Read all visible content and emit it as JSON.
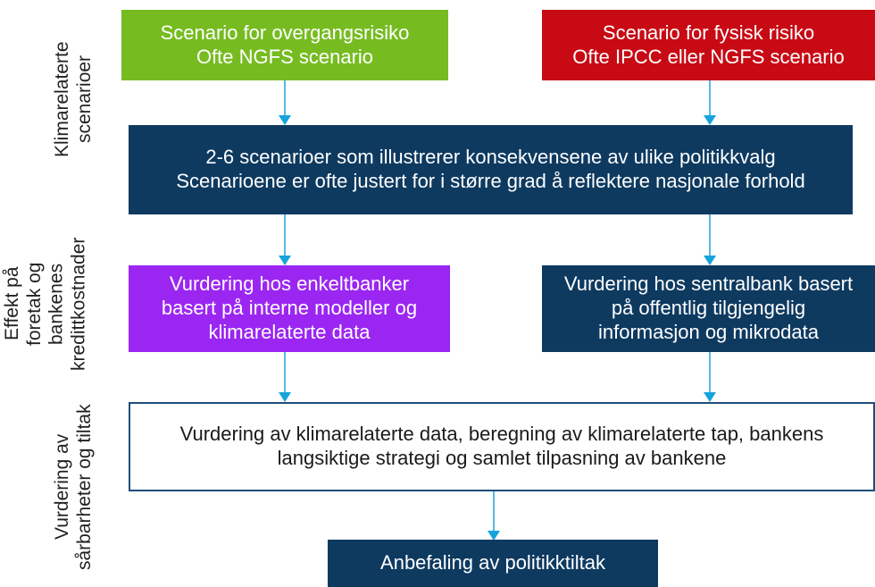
{
  "diagram": {
    "title": "Klimarisiko scenarioanalyse flytdiagram",
    "colors": {
      "green": "#76bc21",
      "red": "#c80a14",
      "navy": "#0e3a60",
      "purple": "#9b26f2",
      "white_box_border": "#1f4e79",
      "arrow": "#17a3dc",
      "text_dark": "#231f20"
    },
    "row_labels": [
      {
        "id": "row-label-scenarios",
        "text": "Klimarelaterte\nscenarioer"
      },
      {
        "id": "row-label-effects",
        "text": "Effekt på\nforetak og\nbankenes\nkredittkostnader"
      },
      {
        "id": "row-label-assessment",
        "text": "Vurdering av\nsårbarheter og tiltak"
      }
    ],
    "boxes": [
      {
        "id": "box-transition-scenario",
        "text": "Scenario for overgangsrisiko\nOfte NGFS scenario",
        "color": "green"
      },
      {
        "id": "box-physical-scenario",
        "text": "Scenario for fysisk risiko\nOfte IPCC eller NGFS scenario",
        "color": "red"
      },
      {
        "id": "box-scenario-count",
        "text": "2-6 scenarioer som illustrerer konsekvensene av ulike politikkvalg\nScenarioene er ofte justert for i større grad å reflektere nasjonale forhold",
        "color": "navy"
      },
      {
        "id": "box-individual-banks",
        "text": "Vurdering hos enkeltbanker\nbasert på interne modeller og\nklimarelaterte data",
        "color": "purple"
      },
      {
        "id": "box-central-bank",
        "text": "Vurdering hos sentralbank basert\npå offentlig tilgjengelig\ninformasjon og mikrodata",
        "color": "navy"
      },
      {
        "id": "box-data-assessment",
        "text": "Vurdering av klimarelaterte data, beregning av klimarelaterte tap, bankens\nlangsiktige strategi og samlet tilpasning av bankene",
        "color": "white"
      },
      {
        "id": "box-policy-recommendation",
        "text": "Anbefaling av politikktiltak",
        "color": "navy"
      }
    ],
    "arrows": [
      {
        "id": "arrow-transition-to-scenarios",
        "from": "box-transition-scenario",
        "to": "box-scenario-count"
      },
      {
        "id": "arrow-physical-to-scenarios",
        "from": "box-physical-scenario",
        "to": "box-scenario-count"
      },
      {
        "id": "arrow-scenarios-to-banks",
        "from": "box-scenario-count",
        "to": "box-individual-banks"
      },
      {
        "id": "arrow-scenarios-to-centralbank",
        "from": "box-scenario-count",
        "to": "box-central-bank"
      },
      {
        "id": "arrow-banks-to-assessment",
        "from": "box-individual-banks",
        "to": "box-data-assessment"
      },
      {
        "id": "arrow-centralbank-to-assessment",
        "from": "box-central-bank",
        "to": "box-data-assessment"
      },
      {
        "id": "arrow-assessment-to-policy",
        "from": "box-data-assessment",
        "to": "box-policy-recommendation"
      }
    ]
  }
}
